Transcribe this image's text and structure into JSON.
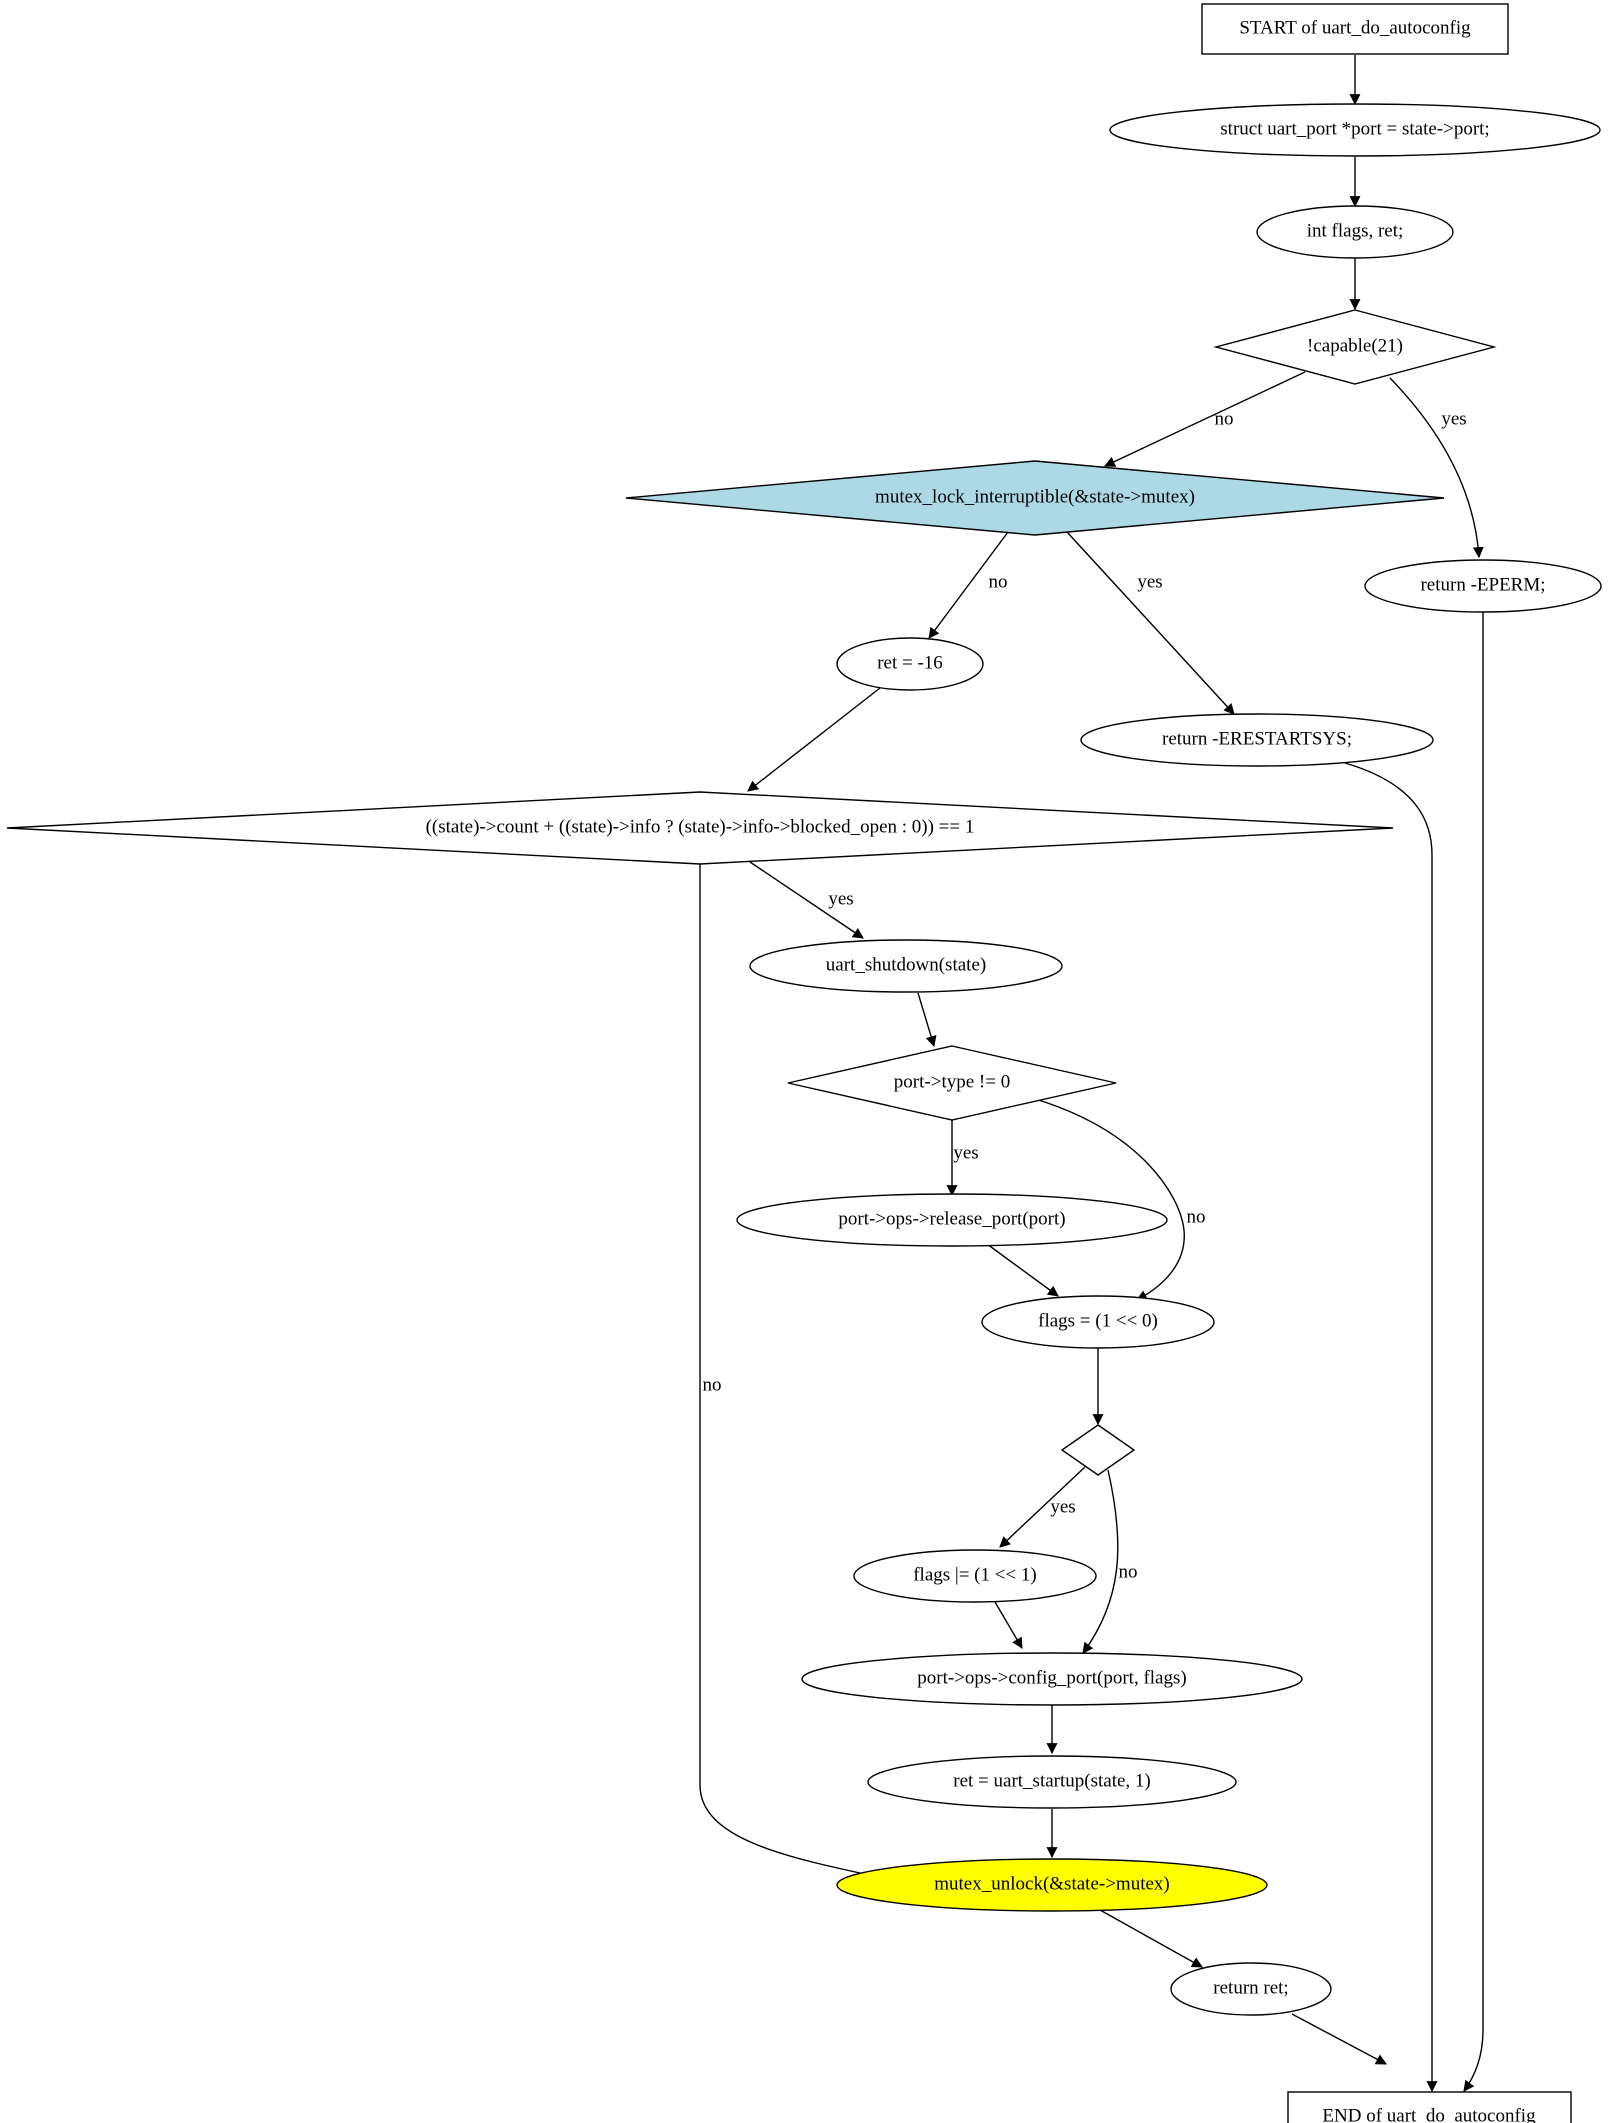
{
  "colors": {
    "line": "#000000",
    "node_fill": "#ffffff",
    "mutex_lock_fill": "#add8e6",
    "mutex_unlock_fill": "#ffff00"
  },
  "nodes": {
    "start": "START of uart_do_autoconfig",
    "port_decl": "struct uart_port *port = state->port;",
    "flags_decl": "int flags, ret;",
    "capable_check": "!capable(21)",
    "mutex_lock": "mutex_lock_interruptible(&state->mutex)",
    "ret_assign": "ret = -16",
    "return_eperm": "return -EPERM;",
    "return_erestartsys": "return -ERESTARTSYS;",
    "count_check": "((state)->count + ((state)->info ? (state)->info->blocked_open : 0)) == 1",
    "uart_shutdown": "uart_shutdown(state)",
    "type_check": "port->type != 0",
    "release_port": "port->ops->release_port(port)",
    "flags_init": "flags = (1 << 0)",
    "empty_check": "",
    "flags_or": "flags |= (1 << 1)",
    "config_port": "port->ops->config_port(port, flags)",
    "uart_startup": "ret = uart_startup(state, 1)",
    "mutex_unlock": "mutex_unlock(&state->mutex)",
    "return_ret": "return ret;",
    "end": "END of uart_do_autoconfig"
  },
  "edge_labels": {
    "capable_no": "no",
    "capable_yes": "yes",
    "lock_no": "no",
    "lock_yes": "yes",
    "count_yes": "yes",
    "count_no": "no",
    "type_yes": "yes",
    "type_no": "no",
    "empty_yes": "yes",
    "empty_no": "no"
  }
}
